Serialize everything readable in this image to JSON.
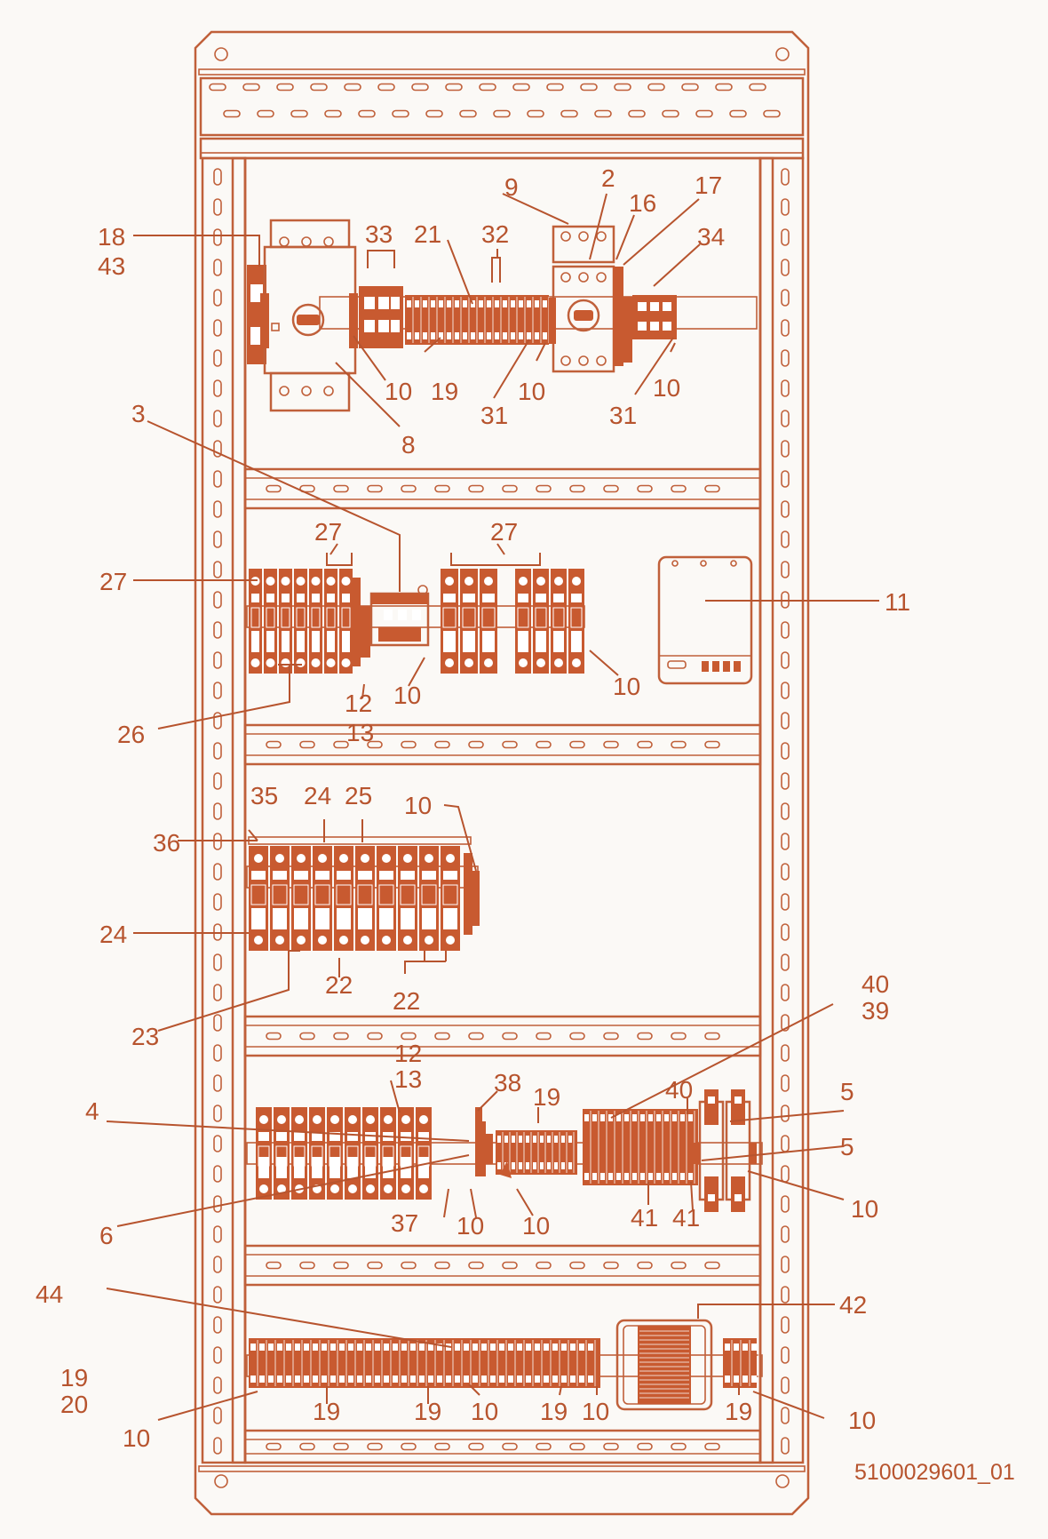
{
  "document_id": "5100029601_01",
  "callouts": [
    {
      "id": "c-18",
      "text": "18"
    },
    {
      "id": "c-43",
      "text": "43"
    },
    {
      "id": "c-33",
      "text": "33"
    },
    {
      "id": "c-21",
      "text": "21"
    },
    {
      "id": "c-32",
      "text": "32"
    },
    {
      "id": "c-9",
      "text": "9"
    },
    {
      "id": "c-2",
      "text": "2"
    },
    {
      "id": "c-16",
      "text": "16"
    },
    {
      "id": "c-17",
      "text": "17"
    },
    {
      "id": "c-34",
      "text": "34"
    },
    {
      "id": "c-10a",
      "text": "10"
    },
    {
      "id": "c-19a",
      "text": "19"
    },
    {
      "id": "c-31a",
      "text": "31"
    },
    {
      "id": "c-10b",
      "text": "10"
    },
    {
      "id": "c-31b",
      "text": "31"
    },
    {
      "id": "c-10c",
      "text": "10"
    },
    {
      "id": "c-8",
      "text": "8"
    },
    {
      "id": "c-3",
      "text": "3"
    },
    {
      "id": "c-27a",
      "text": "27"
    },
    {
      "id": "c-27b",
      "text": "27"
    },
    {
      "id": "c-27c",
      "text": "27"
    },
    {
      "id": "c-11",
      "text": "11"
    },
    {
      "id": "c-12a",
      "text": "12"
    },
    {
      "id": "c-10d",
      "text": "10"
    },
    {
      "id": "c-10e",
      "text": "10"
    },
    {
      "id": "c-26",
      "text": "26"
    },
    {
      "id": "c-13a",
      "text": "13"
    },
    {
      "id": "c-35",
      "text": "35"
    },
    {
      "id": "c-24a",
      "text": "24"
    },
    {
      "id": "c-25",
      "text": "25"
    },
    {
      "id": "c-10f",
      "text": "10"
    },
    {
      "id": "c-36",
      "text": "36"
    },
    {
      "id": "c-24b",
      "text": "24"
    },
    {
      "id": "c-22a",
      "text": "22"
    },
    {
      "id": "c-22b",
      "text": "22"
    },
    {
      "id": "c-23",
      "text": "23"
    },
    {
      "id": "c-40a",
      "text": "40"
    },
    {
      "id": "c-39",
      "text": "39"
    },
    {
      "id": "c-12b",
      "text": "12"
    },
    {
      "id": "c-13b",
      "text": "13"
    },
    {
      "id": "c-38",
      "text": "38"
    },
    {
      "id": "c-19b",
      "text": "19"
    },
    {
      "id": "c-40b",
      "text": "40"
    },
    {
      "id": "c-5a",
      "text": "5"
    },
    {
      "id": "c-4",
      "text": "4"
    },
    {
      "id": "c-5b",
      "text": "5"
    },
    {
      "id": "c-10g",
      "text": "10"
    },
    {
      "id": "c-6",
      "text": "6"
    },
    {
      "id": "c-37",
      "text": "37"
    },
    {
      "id": "c-10h",
      "text": "10"
    },
    {
      "id": "c-10i",
      "text": "10"
    },
    {
      "id": "c-41a",
      "text": "41"
    },
    {
      "id": "c-41b",
      "text": "41"
    },
    {
      "id": "c-44",
      "text": "44"
    },
    {
      "id": "c-42",
      "text": "42"
    },
    {
      "id": "c-19c",
      "text": "19"
    },
    {
      "id": "c-20",
      "text": "20"
    },
    {
      "id": "c-10j",
      "text": "10"
    },
    {
      "id": "c-19d",
      "text": "19"
    },
    {
      "id": "c-19e",
      "text": "19"
    },
    {
      "id": "c-10k",
      "text": "10"
    },
    {
      "id": "c-19f",
      "text": "19"
    },
    {
      "id": "c-10l",
      "text": "10"
    },
    {
      "id": "c-19g",
      "text": "19"
    },
    {
      "id": "c-10m",
      "text": "10"
    }
  ]
}
